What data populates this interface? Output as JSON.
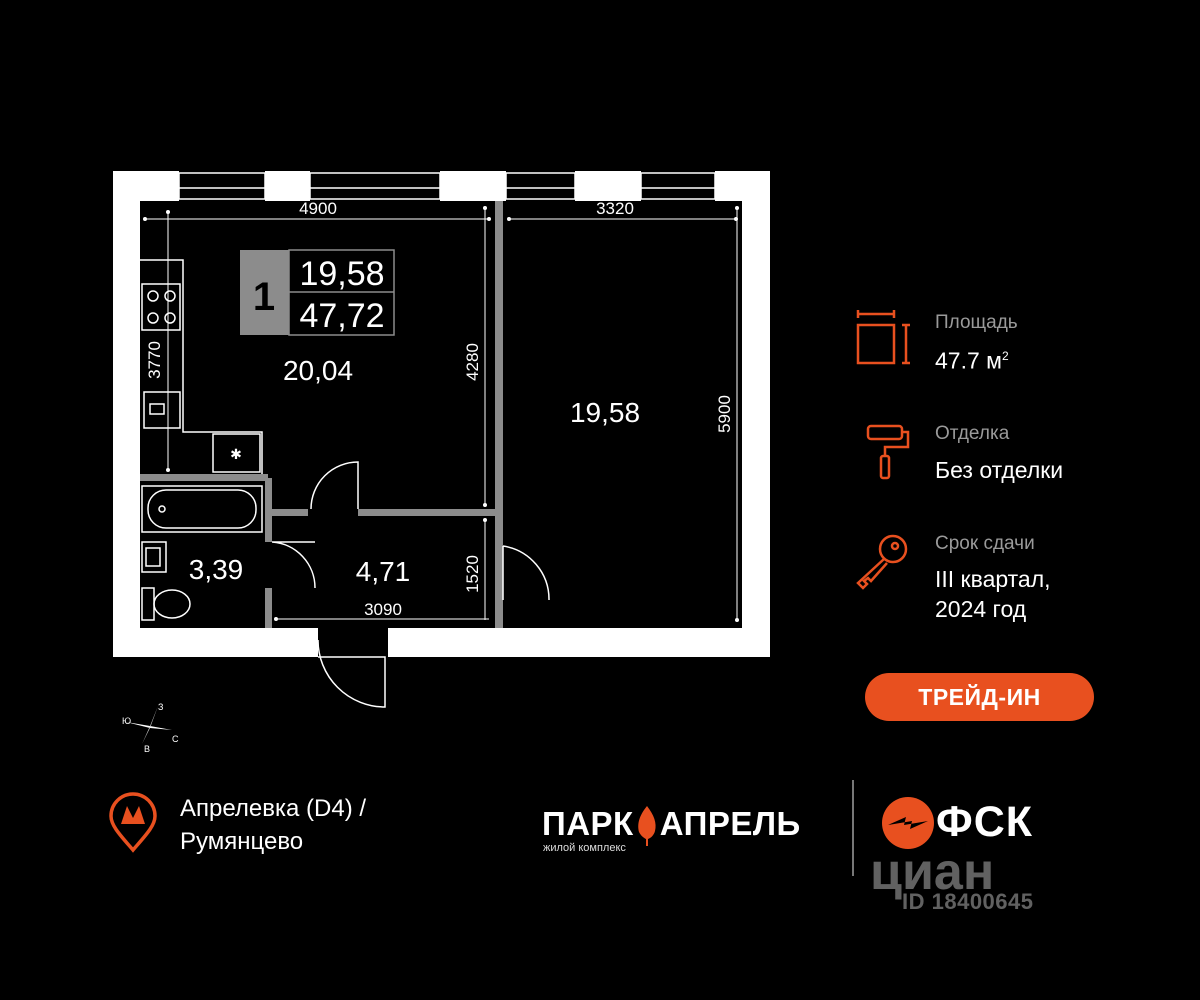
{
  "plan": {
    "rooms_count": "1",
    "living_area": "19,58",
    "total_area": "47,72",
    "rooms": [
      {
        "id": "kitchen",
        "area": "20,04"
      },
      {
        "id": "bedroom",
        "area": "19,58"
      },
      {
        "id": "bathroom",
        "area": "3,39"
      },
      {
        "id": "hall",
        "area": "4,71"
      }
    ],
    "dimensions": {
      "kitchen_width": "4900",
      "room_width": "3320",
      "kitchen_left": "3770",
      "kitchen_depth": "4280",
      "room_depth": "5900",
      "hall_depth": "1520",
      "hall_width": "3090"
    }
  },
  "compass": {
    "n": "З",
    "w": "Ю",
    "s": "В",
    "e": "С"
  },
  "info": {
    "area_label": "Площадь",
    "area_value": "47.7 м",
    "area_unit_sup": "2",
    "finish_label": "Отделка",
    "finish_value": "Без отделки",
    "deadline_label": "Срок сдачи",
    "deadline_line1": "III квартал,",
    "deadline_line2": "2024 год"
  },
  "trade_in_button": "ТРЕЙД-ИН",
  "metro": {
    "line1": "Апрелевка (D4)  /",
    "line2": "Румянцево"
  },
  "logos": {
    "park_left": "ПАРК",
    "park_right": "АПРЕЛЬ",
    "park_sub": "жилой комплекс",
    "fsk": "ФСК",
    "watermark": "циан",
    "watermark_id": "ID 18400645"
  },
  "colors": {
    "accent": "#e8501f",
    "background": "#000000",
    "walls": "#ffffff",
    "partitions": "#8c8c8c"
  }
}
